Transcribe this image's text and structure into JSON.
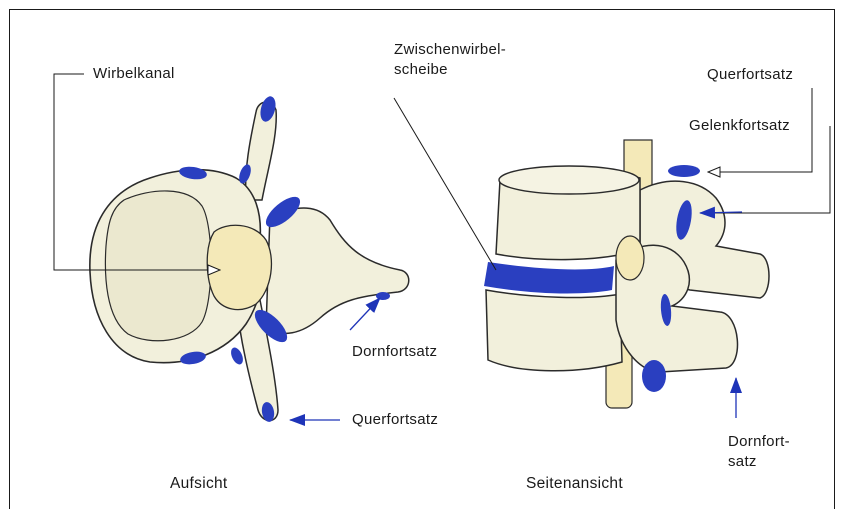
{
  "labels": {
    "wirbelkanal": "Wirbelkanal",
    "zwischenwirbelscheibe_line1": "Zwischenwirbel-",
    "zwischenwirbelscheibe_line2": "scheibe",
    "querfortsatz_right": "Querfortsatz",
    "gelenkfortsatz": "Gelenkfortsatz",
    "dornfortsatz_left": "Dornfortsatz",
    "querfortsatz_left": "Querfortsatz",
    "dornfortsatz_right_line1": "Dornfort-",
    "dornfortsatz_right_line2": "satz"
  },
  "captions": {
    "top_view": "Aufsicht",
    "side_view": "Seitenansicht"
  },
  "colors": {
    "bone": "#f2f0dc",
    "bone_dark": "#e6e3c6",
    "cartilage_blue": "#2a3fc0",
    "outline": "#2b2b2b",
    "canal": "#f4e9b8"
  }
}
